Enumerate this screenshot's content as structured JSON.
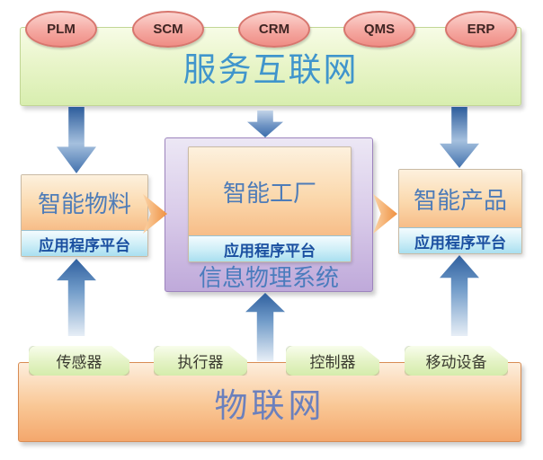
{
  "services": [
    {
      "label": "PLM"
    },
    {
      "label": "SCM"
    },
    {
      "label": "CRM"
    },
    {
      "label": "QMS"
    },
    {
      "label": "ERP"
    }
  ],
  "service_internet": {
    "label": "服务互联网"
  },
  "smart_materials": {
    "title": "智能物料",
    "platform": "应用程序平台"
  },
  "cps": {
    "label": "信息物理系统",
    "factory": {
      "title": "智能工厂",
      "platform": "应用程序平台"
    }
  },
  "smart_products": {
    "title": "智能产品",
    "platform": "应用程序平台"
  },
  "iot": {
    "label": "物联网",
    "tabs": [
      {
        "label": "传感器"
      },
      {
        "label": "执行器"
      },
      {
        "label": "控制器"
      },
      {
        "label": "移动设备"
      }
    ]
  },
  "colors": {
    "service_banner_text": "#4095cc",
    "iot_banner_text": "#6b80bd",
    "node_title_text": "#4e7cb8",
    "platform_text": "#1a4fa0",
    "ellipse_fill": "#f5a8a1",
    "ellipse_border": "#d7766e",
    "blue_arrow": "#2d5d9c",
    "orange_arrow": "#ef9040",
    "green_banner": "#e9f5ca",
    "orange_banner": "#f9c795",
    "purple_box": "#d9cbe9",
    "tab_fill": "#e3f2c4"
  }
}
